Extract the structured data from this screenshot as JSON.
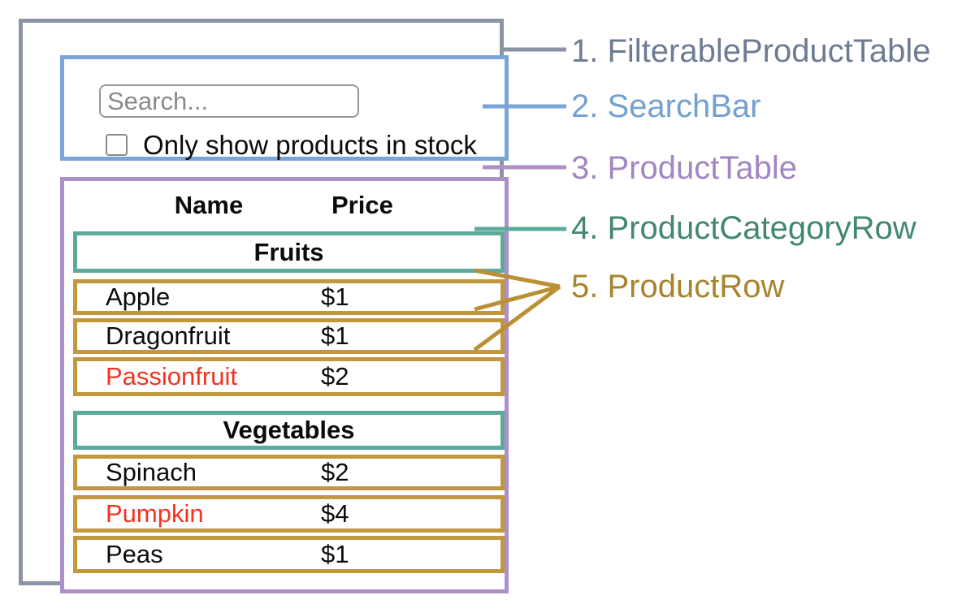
{
  "search_bar": {
    "input_placeholder": "Search...",
    "checkbox_label": "Only show products in stock"
  },
  "table": {
    "headers": {
      "name": "Name",
      "price": "Price"
    },
    "sections": [
      {
        "category": "Fruits",
        "rows": [
          {
            "name": "Apple",
            "price": "$1",
            "red_text": false
          },
          {
            "name": "Dragonfruit",
            "price": "$1",
            "red_text": false
          },
          {
            "name": "Passionfruit",
            "price": "$2",
            "red_text": true
          }
        ]
      },
      {
        "category": "Vegetables",
        "rows": [
          {
            "name": "Spinach",
            "price": "$2",
            "red_text": false
          },
          {
            "name": "Pumpkin",
            "price": "$4",
            "red_text": true
          },
          {
            "name": "Peas",
            "price": "$1",
            "red_text": false
          }
        ]
      }
    ]
  },
  "legend": {
    "items": [
      {
        "label": "1. FilterableProductTable",
        "color": "#6d7b93"
      },
      {
        "label": "2. SearchBar",
        "color": "#72a0d2"
      },
      {
        "label": "3. ProductTable",
        "color": "#a286c0"
      },
      {
        "label": "4. ProductCategoryRow",
        "color": "#43876f"
      },
      {
        "label": "5. ProductRow",
        "color": "#a8842d"
      }
    ]
  },
  "colors": {
    "filterable_product_table_border": "#8b94a7",
    "search_bar_border": "#7aa5d6",
    "product_table_border": "#ae90c9",
    "product_category_row_border": "#5caa9c",
    "product_row_border": "#c2983f",
    "out_of_stock_text": "#f4331f"
  }
}
